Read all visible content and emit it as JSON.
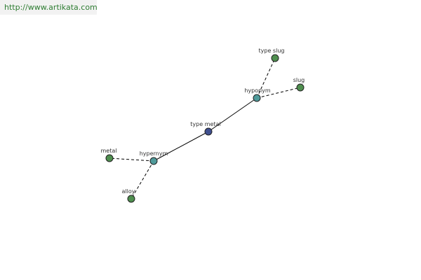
{
  "banner": {
    "url": "http://www.artikata.com"
  },
  "graph": {
    "colors": {
      "center": "#3f4f8f",
      "relation": "#4f9a9a",
      "leaf": "#4f8f4f",
      "edge": "#000000"
    },
    "nodes": [
      {
        "id": "type-metal",
        "label": "type metal",
        "kind": "center"
      },
      {
        "id": "hypernym",
        "label": "hypernym",
        "kind": "relation"
      },
      {
        "id": "hyponym",
        "label": "hyponym",
        "kind": "relation"
      },
      {
        "id": "metal",
        "label": "metal",
        "kind": "leaf"
      },
      {
        "id": "alloy",
        "label": "alloy",
        "kind": "leaf"
      },
      {
        "id": "type-slug",
        "label": "type slug",
        "kind": "leaf"
      },
      {
        "id": "slug",
        "label": "slug",
        "kind": "leaf"
      }
    ],
    "edges": [
      {
        "from": "type-metal",
        "to": "hypernym",
        "style": "solid"
      },
      {
        "from": "type-metal",
        "to": "hyponym",
        "style": "solid"
      },
      {
        "from": "hypernym",
        "to": "metal",
        "style": "dashed"
      },
      {
        "from": "hypernym",
        "to": "alloy",
        "style": "dashed"
      },
      {
        "from": "hyponym",
        "to": "type-slug",
        "style": "dashed"
      },
      {
        "from": "hyponym",
        "to": "slug",
        "style": "dashed"
      }
    ]
  }
}
